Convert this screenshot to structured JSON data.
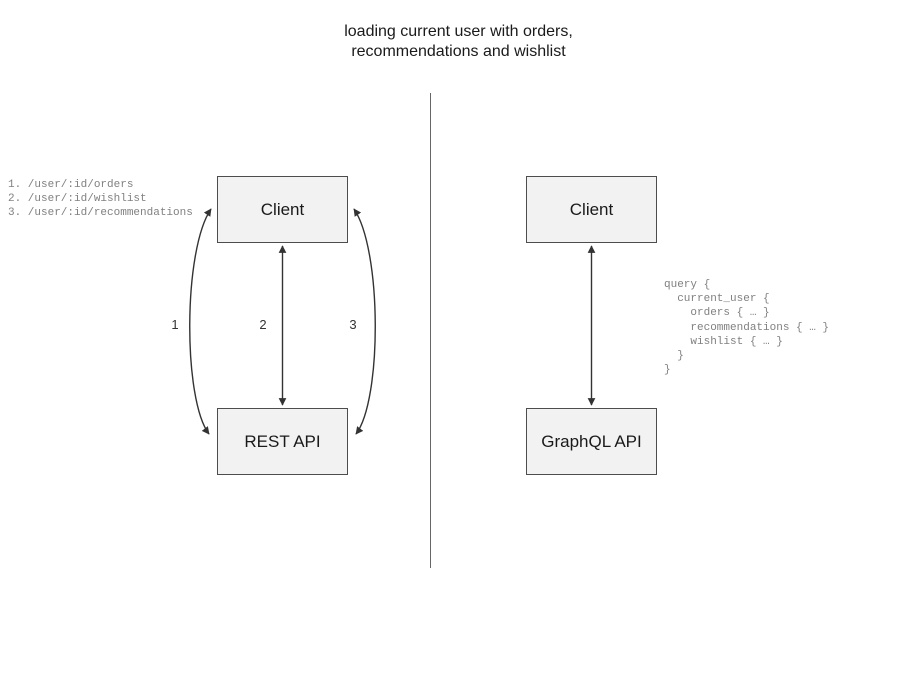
{
  "diagram": {
    "title": "loading current user with orders,\nrecommendations and wishlist",
    "divider_color": "#666666",
    "node_fill": "#f2f2f2",
    "node_stroke": "#4d4d4d",
    "edge_color": "#333333",
    "code_color": "#808080"
  },
  "rest_side": {
    "client_node_label": "Client",
    "api_node_label": "REST API",
    "endpoint_list": "1. /user/:id/orders\n2. /user/:id/wishlist\n3. /user/:id/recommendations",
    "edge_labels": [
      {
        "id": "1",
        "text": "1"
      },
      {
        "id": "2",
        "text": "2"
      },
      {
        "id": "3",
        "text": "3"
      }
    ]
  },
  "graphql_side": {
    "client_node_label": "Client",
    "api_node_label": "GraphQL API",
    "query": "query {\n  current_user {\n    orders { … }\n    recommendations { … }\n    wishlist { … }\n  }\n}"
  }
}
